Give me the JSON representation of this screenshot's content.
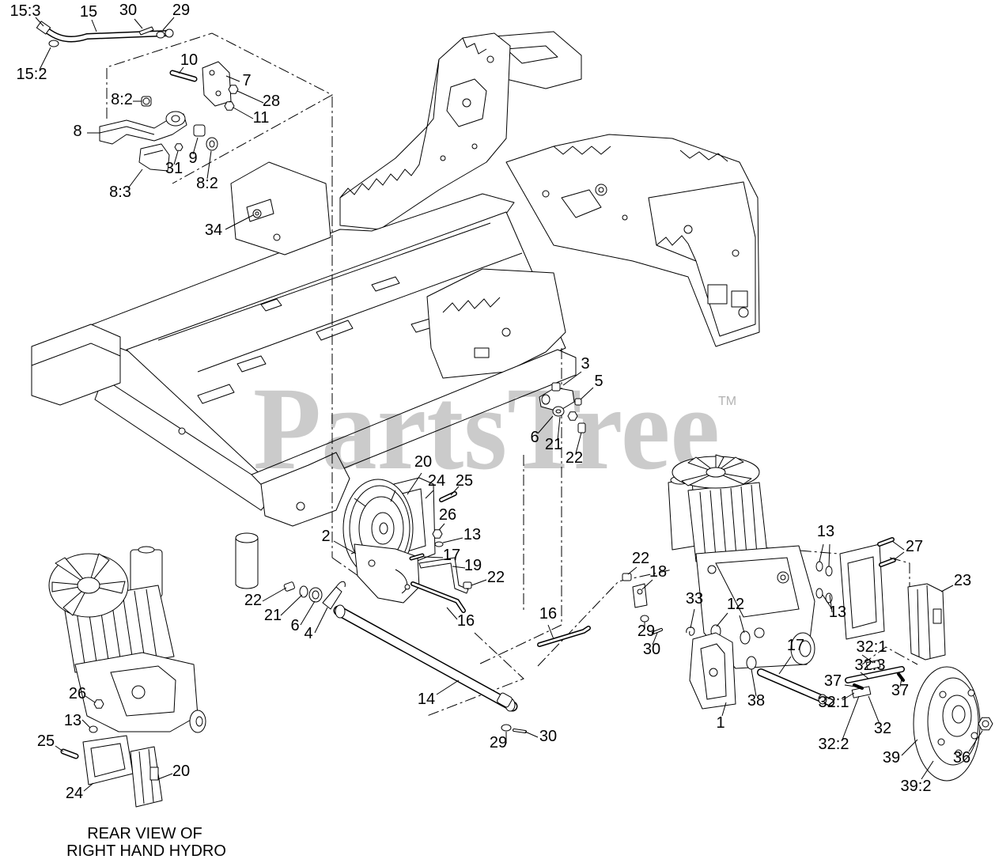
{
  "diagram": {
    "watermark": {
      "text": "PartsTree",
      "tm": "TM"
    },
    "caption": [
      "REAR VIEW OF",
      "RIGHT HAND HYDRO"
    ],
    "callouts": {
      "top_left": [
        "15:3",
        "15",
        "30",
        "29",
        "15:2",
        "10",
        "7",
        "8:2",
        "28",
        "11",
        "8",
        "9",
        "31",
        "8:2",
        "8:3",
        "34"
      ],
      "center_bracket": [
        "3",
        "5",
        "6",
        "21",
        "22"
      ],
      "left_hydro": [
        "20",
        "24",
        "25",
        "26",
        "13",
        "2",
        "17",
        "19",
        "22",
        "22",
        "21",
        "6",
        "4",
        "16",
        "14",
        "29",
        "30"
      ],
      "right_hydro": [
        "13",
        "27",
        "22",
        "18",
        "23",
        "33",
        "13",
        "16",
        "12",
        "29",
        "30",
        "17",
        "32:1",
        "32:3",
        "37",
        "37",
        "38",
        "32:1",
        "32",
        "1",
        "32:2",
        "39",
        "36",
        "39:2"
      ],
      "rear_view": [
        "26",
        "13",
        "25",
        "20",
        "24"
      ]
    }
  }
}
